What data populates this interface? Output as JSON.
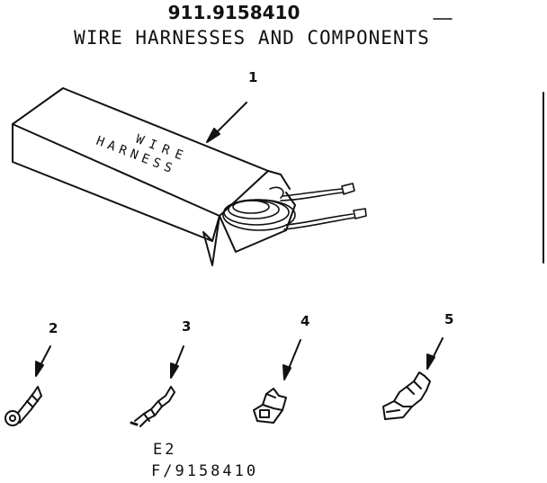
{
  "header": {
    "model_number": "911.9158410",
    "title": "WIRE HARNESSES AND COMPONENTS"
  },
  "box_label": {
    "line1": "WIRE",
    "line2": "HARNESS"
  },
  "callouts": [
    "1",
    "2",
    "3",
    "4",
    "5"
  ],
  "figure_code": {
    "line1": "E2",
    "line2": "F/9158410"
  }
}
